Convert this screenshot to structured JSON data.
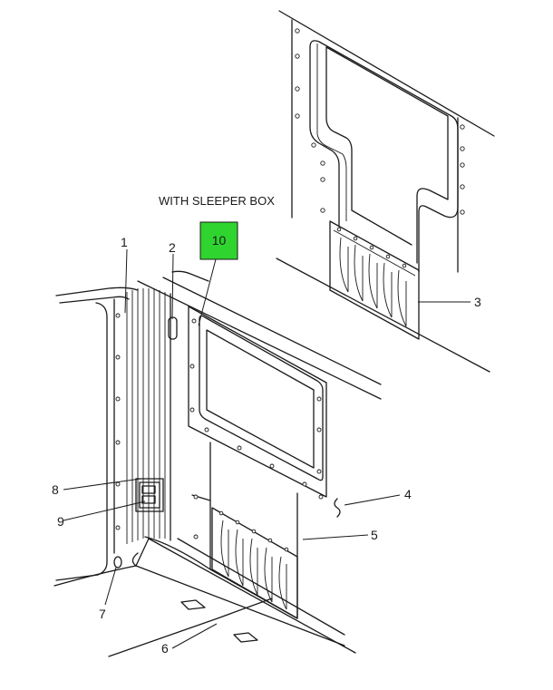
{
  "caption": "WITH SLEEPER BOX",
  "highlight": {
    "label": "10",
    "color": "#2fd42f"
  },
  "callouts": {
    "c1": "1",
    "c2": "2",
    "c3": "3",
    "c4": "4",
    "c5": "5",
    "c6": "6",
    "c7": "7",
    "c8": "8",
    "c9": "9"
  }
}
